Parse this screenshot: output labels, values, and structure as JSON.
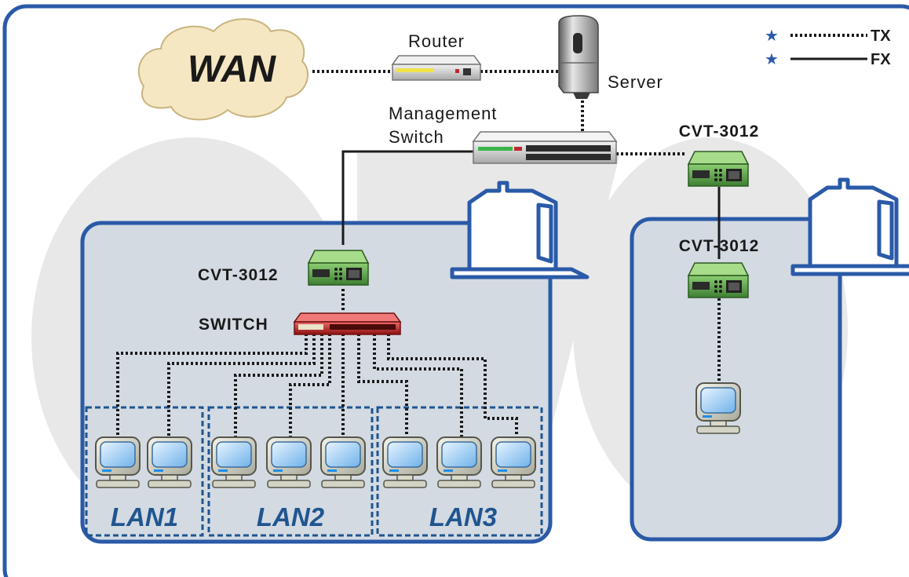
{
  "labels": {
    "wan": "WAN",
    "router": "Router",
    "server": "Server",
    "management_switch_line1": "Management",
    "management_switch_line2": "Switch",
    "converter_left": "CVT-3012",
    "converter_right_top": "CVT-3012",
    "converter_right_bottom": "CVT-3012",
    "switch": "SWITCH",
    "lan1": "LAN1",
    "lan2": "LAN2",
    "lan3": "LAN3"
  },
  "legend": {
    "tx_label": "TX",
    "fx_label": "FX",
    "tx_line_style": "dotted",
    "fx_line_style": "solid"
  },
  "colors": {
    "frame": "#2a5aa8",
    "building_fill": "#d3dae2",
    "lan_group_border": "#1f5590",
    "lan_text": "#1f5590",
    "converter_green": "#5aa64a",
    "switch_red": "#c0272d",
    "wan_cloud": "#f6e7c3",
    "star": "#2a5aa8"
  },
  "icons": [
    "wan-cloud-icon",
    "router-icon",
    "server-icon",
    "management-switch-icon",
    "converter-icon",
    "switch-icon",
    "computer-icon",
    "star-icon"
  ]
}
